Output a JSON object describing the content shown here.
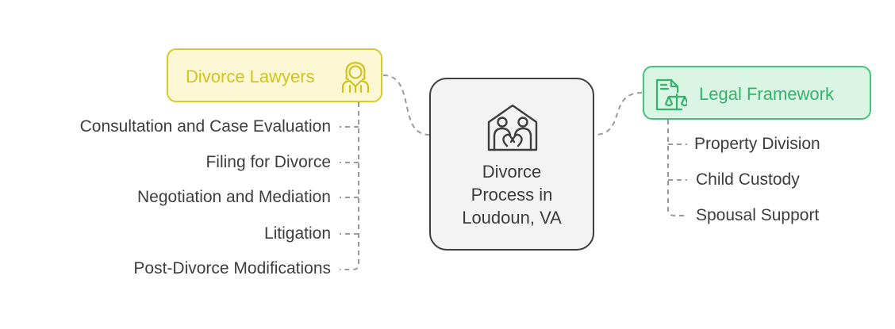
{
  "center": {
    "title": "Divorce\nProcess in\nLoudoun, VA",
    "icon": "family-house-icon"
  },
  "lawyers": {
    "label": "Divorce Lawyers",
    "icon": "lawyer-icon",
    "color": "#d9c92c",
    "fill": "#fcf8d5",
    "items": [
      "Consultation and Case Evaluation",
      "Filing for Divorce",
      "Negotiation and Mediation",
      "Litigation",
      "Post-Divorce Modifications"
    ]
  },
  "legal": {
    "label": "Legal Framework",
    "icon": "legal-document-scales-icon",
    "color": "#42c47a",
    "fill": "#daf5e3",
    "items": [
      "Property Division",
      "Child Custody",
      "Spousal Support"
    ]
  }
}
